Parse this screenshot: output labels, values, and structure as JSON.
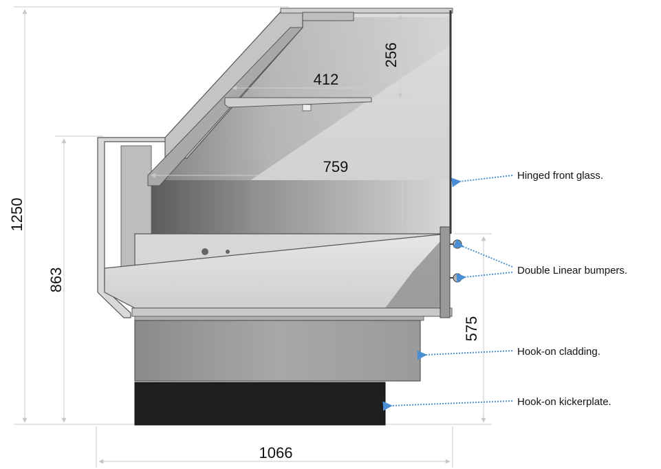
{
  "dimensions": {
    "total_height": "1250",
    "counter_height": "863",
    "bumper_height": "575",
    "total_width": "1066",
    "shelf_depth": "412",
    "shelf_height": "256",
    "deck_depth": "759"
  },
  "callouts": {
    "front_glass": "Hinged front glass.",
    "bumpers": "Double Linear bumpers.",
    "cladding": "Hook-on cladding.",
    "kickerplate": "Hook-on kickerplate."
  },
  "colors": {
    "callout_arrow": "#4a8fd4",
    "dimension_line": "#c8c8c8",
    "cabinet_outline": "#555555",
    "kickerplate": "#1e1e1e",
    "cladding": "#9a9a9a"
  }
}
